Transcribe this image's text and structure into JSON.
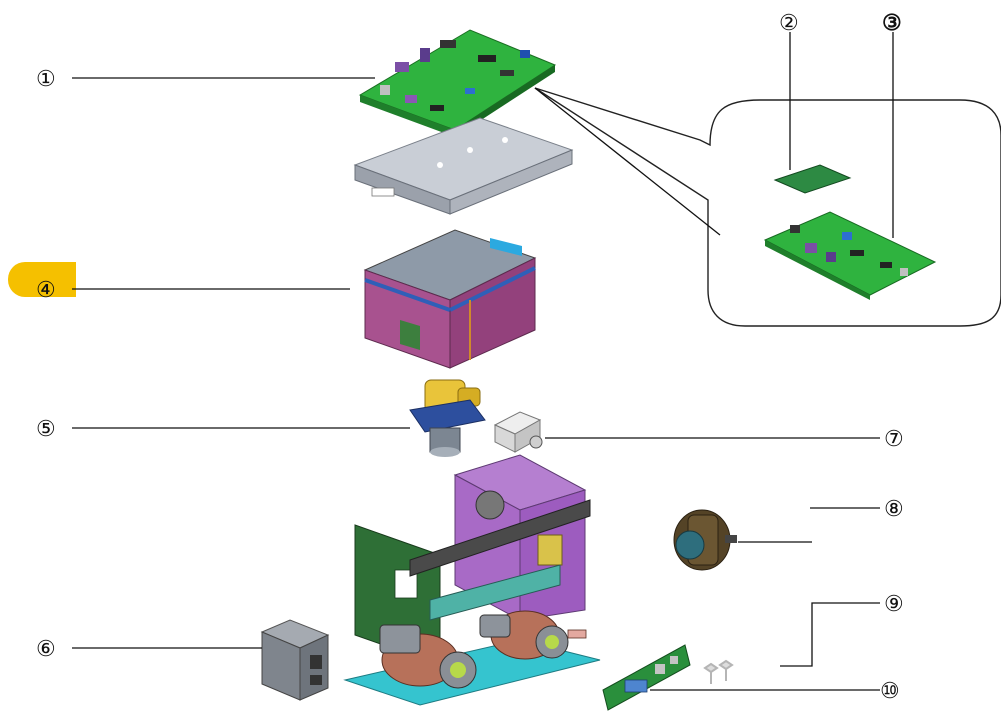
{
  "figure": {
    "highlight_color": "#f5c000",
    "callouts": [
      {
        "id": "c1",
        "label": "①",
        "part": "main-board-assembly"
      },
      {
        "id": "c2",
        "label": "②",
        "part": "small-daughter-board"
      },
      {
        "id": "c3",
        "label": "③",
        "part": "main-circuit-board"
      },
      {
        "id": "c4",
        "label": "④",
        "part": "power-module-housing",
        "highlighted": true
      },
      {
        "id": "c5",
        "label": "⑤",
        "part": "valve-motor-unit"
      },
      {
        "id": "c6",
        "label": "⑥",
        "part": "power-supply-block"
      },
      {
        "id": "c7",
        "label": "⑦",
        "part": "small-valve"
      },
      {
        "id": "c8",
        "label": "⑧",
        "part": "pump-motor"
      },
      {
        "id": "c9",
        "label": "⑨",
        "part": "screws"
      },
      {
        "id": "c10",
        "label": "⑩",
        "part": "connector-board"
      }
    ]
  }
}
